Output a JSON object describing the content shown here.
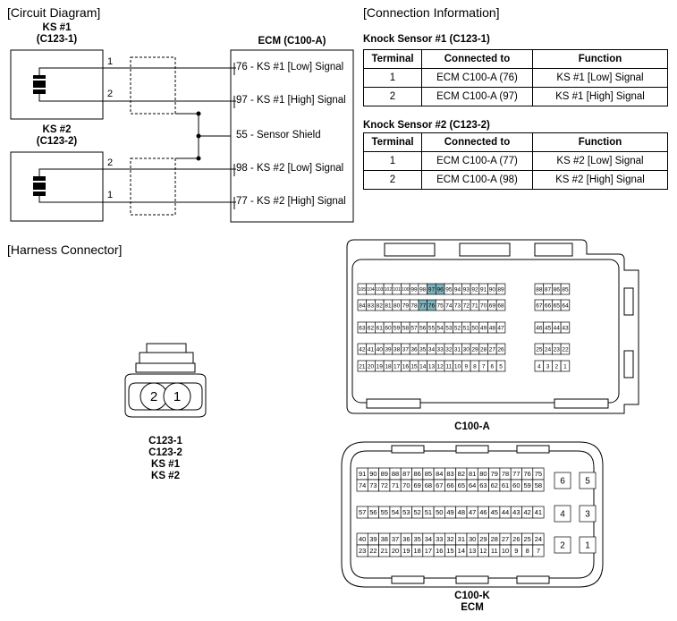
{
  "circuit": {
    "section_title": "[Circuit Diagram]",
    "ks1": {
      "name": "KS #1",
      "conn": "(C123-1)",
      "pin_top": "1",
      "pin_bottom": "2"
    },
    "ks2": {
      "name": "KS #2",
      "conn": "(C123-2)",
      "pin_top": "2",
      "pin_bottom": "1"
    },
    "ecm_title": "ECM (C100-A)",
    "ecm_pins": [
      {
        "text": "76 - KS #1 [Low] Signal"
      },
      {
        "text": "97 - KS #1 [High] Signal"
      },
      {
        "text": "55 - Sensor Shield"
      },
      {
        "text": "98 - KS #2 [Low] Signal"
      },
      {
        "text": "77 - KS #2 [High] Signal"
      }
    ]
  },
  "connection": {
    "section_title": "[Connection Information]",
    "headers": [
      "Terminal",
      "Connected to",
      "Function"
    ],
    "tables": [
      {
        "title": "Knock Sensor #1 (C123-1)",
        "rows": [
          [
            "1",
            "ECM C100-A (76)",
            "KS #1 [Low] Signal"
          ],
          [
            "2",
            "ECM C100-A (97)",
            "KS #1 [High] Signal"
          ]
        ]
      },
      {
        "title": "Knock Sensor #2 (C123-2)",
        "rows": [
          [
            "1",
            "ECM C100-A (77)",
            "KS #2 [Low] Signal"
          ],
          [
            "2",
            "ECM C100-A (98)",
            "KS #2 [High] Signal"
          ]
        ]
      }
    ]
  },
  "harness": {
    "section_title": "[Harness Connector]",
    "small_connector": {
      "pins": [
        "2",
        "1"
      ],
      "labels": [
        "C123-1",
        "C123-2",
        "KS #1",
        "KS #2"
      ]
    },
    "c100a": {
      "label": "C100-A",
      "highlight": [
        "97",
        "96",
        "77",
        "76"
      ],
      "highlight_color": "#7fb3bd",
      "rows": [
        {
          "main": [
            "105",
            "104",
            "103",
            "102",
            "101",
            "100",
            "99",
            "98",
            "97",
            "96",
            "95",
            "94",
            "93",
            "92",
            "91",
            "90",
            "89"
          ],
          "side": [
            "88",
            "87",
            "86",
            "85"
          ]
        },
        {
          "main": [
            "84",
            "83",
            "82",
            "81",
            "80",
            "79",
            "78",
            "77",
            "76",
            "75",
            "74",
            "73",
            "72",
            "71",
            "70",
            "69",
            "68"
          ],
          "side": [
            "67",
            "66",
            "65",
            "64"
          ]
        },
        {
          "main": [
            "63",
            "62",
            "61",
            "60",
            "59",
            "58",
            "57",
            "56",
            "55",
            "54",
            "53",
            "52",
            "51",
            "50",
            "49",
            "48",
            "47"
          ],
          "side": [
            "46",
            "45",
            "44",
            "43"
          ]
        },
        {
          "main": [
            "42",
            "41",
            "40",
            "39",
            "38",
            "37",
            "36",
            "35",
            "34",
            "33",
            "32",
            "31",
            "30",
            "29",
            "28",
            "27",
            "26"
          ],
          "side": [
            "25",
            "24",
            "23",
            "22"
          ]
        },
        {
          "main": [
            "21",
            "20",
            "19",
            "18",
            "17",
            "16",
            "15",
            "14",
            "13",
            "12",
            "11",
            "10",
            "9",
            "8",
            "7",
            "6",
            "5"
          ],
          "side": [
            "4",
            "3",
            "2",
            "1"
          ]
        }
      ]
    },
    "c100k": {
      "label": "C100-K",
      "sublabel": "ECM",
      "rows": [
        [
          "91",
          "90",
          "89",
          "88",
          "87",
          "86",
          "85",
          "84",
          "83",
          "82",
          "81",
          "80",
          "79",
          "78",
          "77",
          "76",
          "75"
        ],
        [
          "74",
          "73",
          "72",
          "71",
          "70",
          "69",
          "68",
          "67",
          "66",
          "65",
          "64",
          "63",
          "62",
          "61",
          "60",
          "59",
          "58"
        ],
        [
          "57",
          "56",
          "55",
          "54",
          "53",
          "52",
          "51",
          "50",
          "49",
          "48",
          "47",
          "46",
          "45",
          "44",
          "43",
          "42",
          "41"
        ],
        [
          "40",
          "39",
          "38",
          "37",
          "36",
          "35",
          "34",
          "33",
          "32",
          "31",
          "30",
          "29",
          "28",
          "27",
          "26",
          "25",
          "24"
        ],
        [
          "23",
          "22",
          "21",
          "20",
          "19",
          "18",
          "17",
          "16",
          "15",
          "14",
          "13",
          "12",
          "11",
          "10",
          "9",
          "8",
          "7"
        ]
      ],
      "big_pins": [
        [
          "6",
          "5"
        ],
        [
          "4",
          "3"
        ],
        [
          "2",
          "1"
        ]
      ]
    }
  }
}
